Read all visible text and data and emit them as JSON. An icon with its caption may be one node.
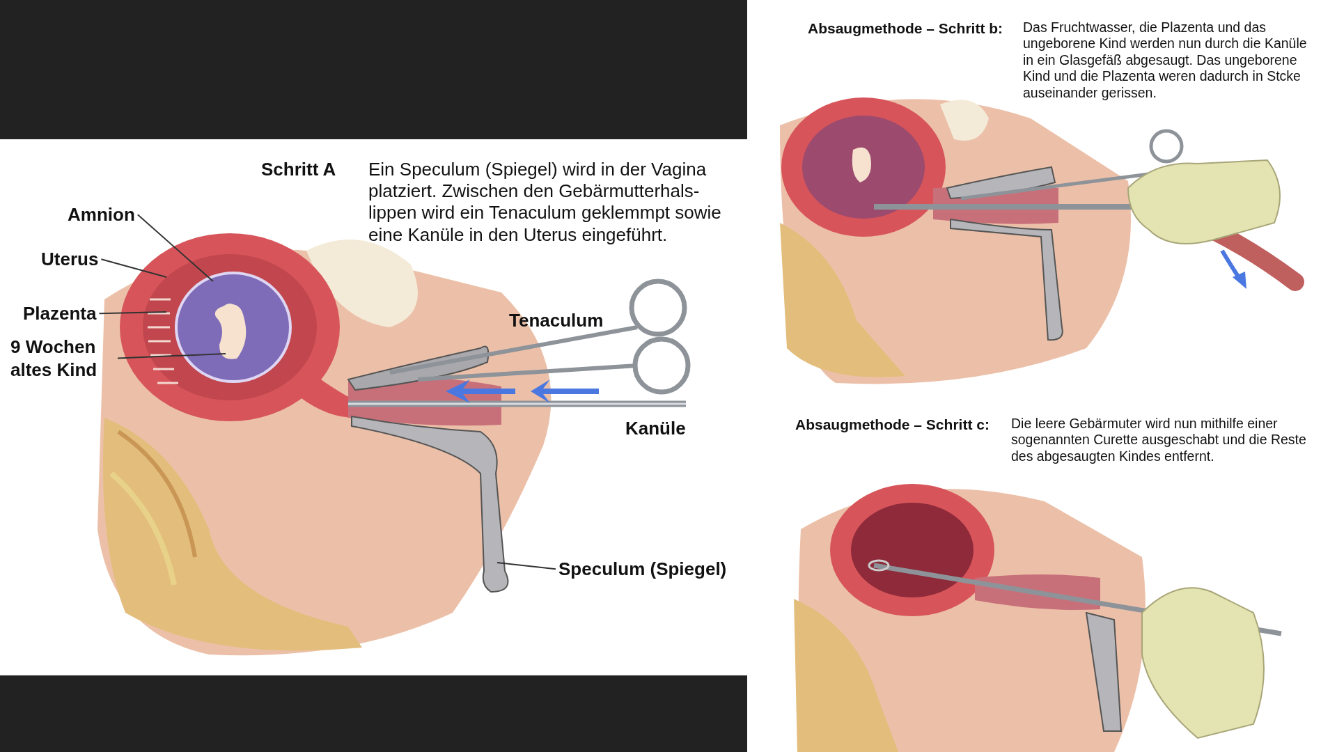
{
  "diagram": {
    "nodes": [
      {
        "text": [
          "Amnion"
        ]
      },
      {
        "text": [
          "Uterus"
        ]
      },
      {
        "text": [
          "Plazenta"
        ]
      },
      {
        "text": [
          "9 Wochen altes Kind"
        ]
      },
      {
        "text": [
          "Speculum (Spiegel)"
        ]
      }
    ],
    "edges": [
      {
        "from": 0,
        "to": null,
        "arrow": "none"
      },
      {
        "from": 1,
        "to": null,
        "arrow": "none"
      },
      {
        "from": 2,
        "to": null,
        "arrow": "none"
      },
      {
        "from": 3,
        "to": null,
        "arrow": "none"
      },
      {
        "from": 4,
        "to": null,
        "arrow": "none"
      }
    ],
    "labels": [
      "Absaugmethode – Schritt b:",
      "Das Fruchtwasser, die Plazenta und das ungeborene Kind werden nun durch die Kanüle in ein Glasgefäß abgesaugt. Das ungeborene Kind und die Plazenta weren dadurch in Stcke auseinander gerissen.",
      "Schritt A",
      "Ein Speculum (Spiegel) wird in der Vagina platziert. Zwischen den Gebärmutterhals- lippen wird ein Tenaculum geklemmpt sowie eine Kanüle in den Uterus eingeführt.",
      "Tenaculum",
      "Kanüle",
      "Absaugmethode – Schritt c:",
      "Die leere Gebärmuter wird nun mithilfe einer sogenannten Curette ausgeschabt und die Reste des abgesaugten Kindes entfernt."
    ]
  }
}
